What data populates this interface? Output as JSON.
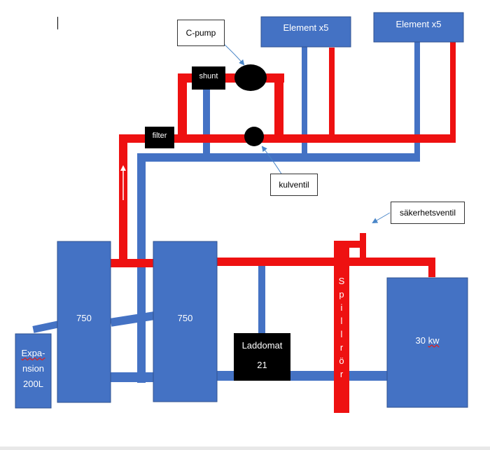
{
  "components": {
    "element_left": "Element x5",
    "element_right": "Element x5",
    "cpump": "C-pump",
    "shunt": "shunt",
    "filter": "filter",
    "kulventil": "kulventil",
    "sakerhetsventil": "säkerhetsventil",
    "tank1": "750",
    "tank2": "750",
    "expansion_line1": "Expa-",
    "expansion_line2": "nsion",
    "expansion_line3": "200L",
    "laddomat_line1": "Laddomat",
    "laddomat_line2": "21",
    "spillror_letters": [
      "S",
      "p",
      "i",
      "l",
      "l",
      "r",
      "ö",
      "r"
    ],
    "boiler_value": "30",
    "boiler_unit": "kw"
  },
  "colors": {
    "blue": "#4472c4",
    "red": "#ee1111",
    "black": "#000000",
    "callout_arrow": "#4a86c8"
  }
}
